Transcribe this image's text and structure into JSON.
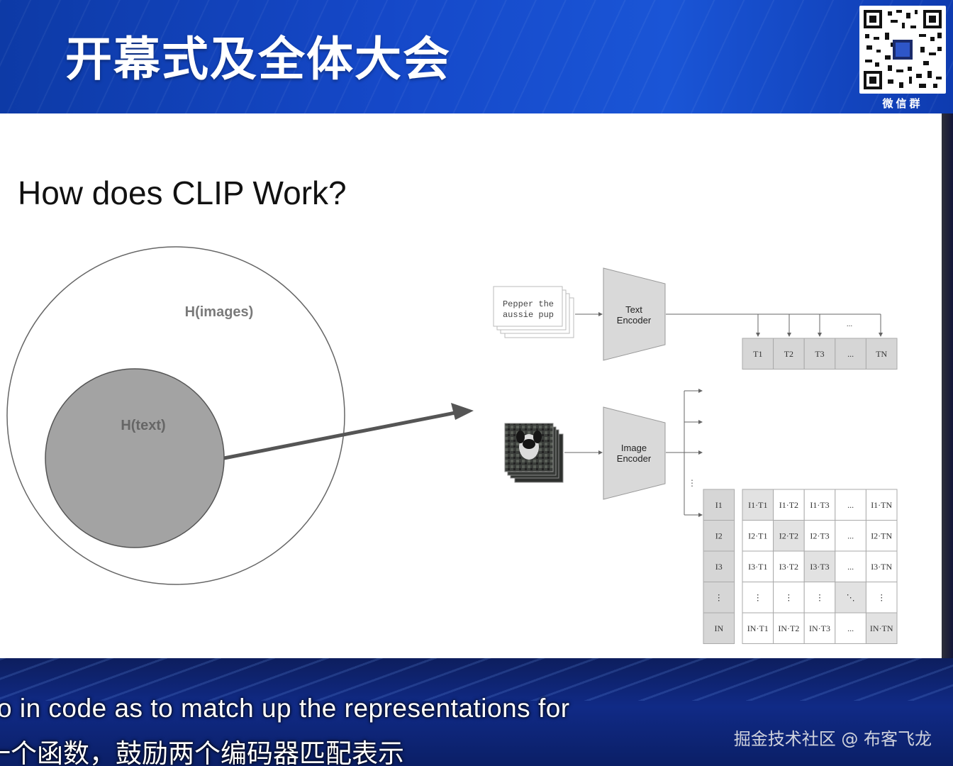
{
  "header": {
    "title": "开幕式及全体大会",
    "qr_label": "微信群"
  },
  "slide": {
    "title": "How does CLIP Work?",
    "venn": {
      "outer_label": "H(images)",
      "inner_label": "H(text)"
    },
    "clip": {
      "text_input": [
        "Pepper the",
        "aussie pup"
      ],
      "text_encoder": [
        "Text",
        "Encoder"
      ],
      "image_encoder": [
        "Image",
        "Encoder"
      ],
      "text_headers": [
        "T1",
        "T2",
        "T3",
        "...",
        "TN"
      ],
      "image_headers": [
        "I1",
        "I2",
        "I3",
        "⋮",
        "IN"
      ],
      "matrix": [
        [
          "I1·T1",
          "I1·T2",
          "I1·T3",
          "...",
          "I1·TN"
        ],
        [
          "I2·T1",
          "I2·T2",
          "I2·T3",
          "...",
          "I2·TN"
        ],
        [
          "I3·T1",
          "I3·T2",
          "I3·T3",
          "...",
          "I3·TN"
        ],
        [
          "⋮",
          "⋮",
          "⋮",
          "⋱",
          "⋮"
        ],
        [
          "IN·T1",
          "IN·T2",
          "IN·T3",
          "...",
          "IN·TN"
        ]
      ],
      "ellipsis_arrow": "..."
    }
  },
  "footer": {
    "subtitle_en": "o in code as to match up the representations for",
    "subtitle_zh": "一个函数，鼓励两个编码器匹配表示",
    "watermark": "掘金技术社区 @ 布客飞龙"
  },
  "colors": {
    "header_blue": "#1548c8",
    "header_cell_gray": "#d6d6d6",
    "diagonal_gray": "#e2e2e2",
    "inner_circle_gray": "#a3a3a3",
    "arrow_gray": "#555555"
  }
}
